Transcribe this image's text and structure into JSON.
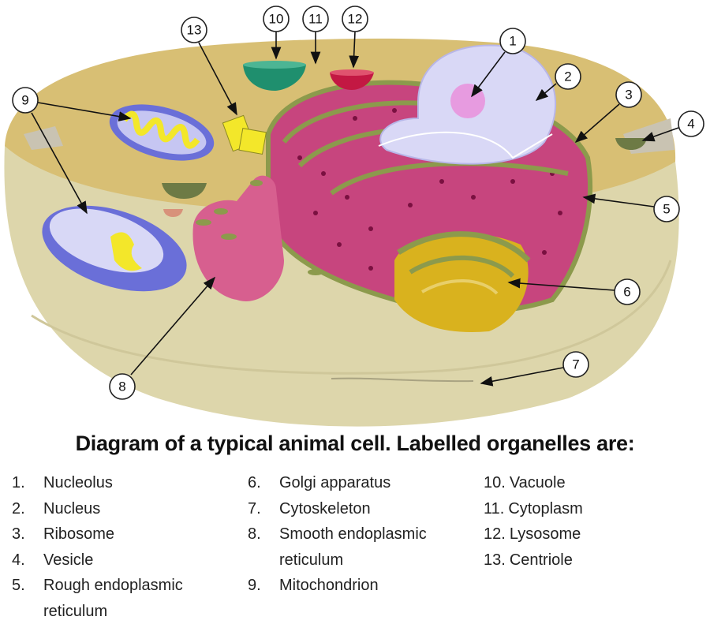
{
  "caption": "Diagram of a typical animal cell. Labelled organelles are:",
  "organelles": [
    {
      "num": "1.",
      "label": "1",
      "name": "Nucleolus"
    },
    {
      "num": "2.",
      "label": "2",
      "name": "Nucleus"
    },
    {
      "num": "3.",
      "label": "3",
      "name": "Ribosome"
    },
    {
      "num": "4.",
      "label": "4",
      "name": "Vesicle"
    },
    {
      "num": "5.",
      "label": "5",
      "name": "Rough endoplasmic",
      "name2": "reticulum"
    },
    {
      "num": "6.",
      "label": "6",
      "name": "Golgi apparatus"
    },
    {
      "num": "7.",
      "label": "7",
      "name": "Cytoskeleton"
    },
    {
      "num": "8.",
      "label": "8",
      "name": "Smooth endoplasmic",
      "name2": "reticulum"
    },
    {
      "num": "9.",
      "label": "9",
      "name": "Mitochondrion"
    },
    {
      "num": "10.",
      "label": "10",
      "name": "Vacuole"
    },
    {
      "num": "11.",
      "label": "11",
      "name": "Cytoplasm"
    },
    {
      "num": "12.",
      "label": "12",
      "name": "Lysosome"
    },
    {
      "num": "13.",
      "label": "13",
      "name": "Centriole"
    }
  ],
  "colors": {
    "cytoplasm_top": "#d8bf74",
    "cell_body": "#ddd6ab",
    "nucleus": "#d9d8f6",
    "er": "#c7457e",
    "er_edge": "#8c9a4c",
    "golgi": "#d9b21e",
    "mitochondria": "#6a6fd8",
    "vacuole": "#1f8f6e",
    "lysosome": "#c31843"
  }
}
